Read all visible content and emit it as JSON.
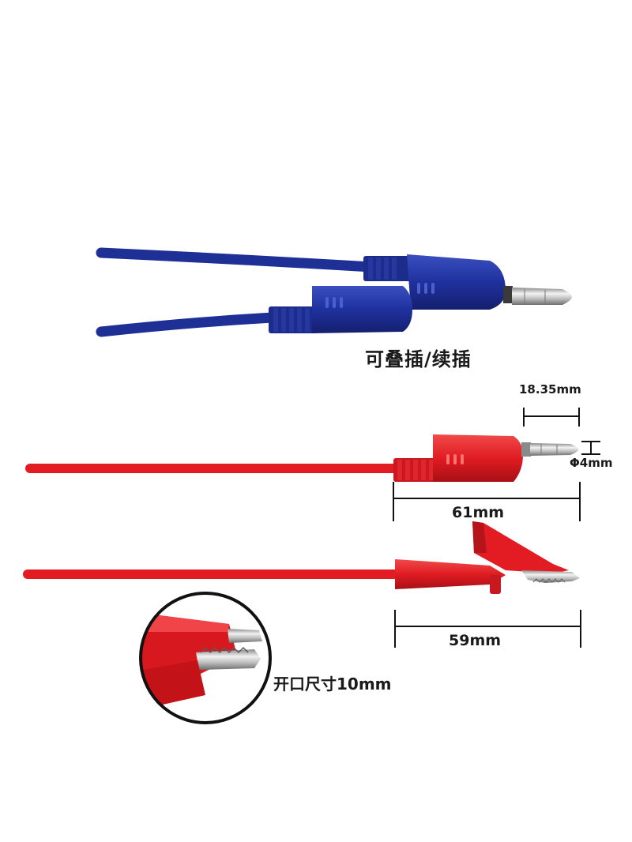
{
  "labels": {
    "stackable": "可叠插/续插",
    "tip_length": "18.35mm",
    "tip_diameter": "Φ4mm",
    "plug_length": "61mm",
    "clip_length": "59mm",
    "jaw_opening": "开口尺寸10mm"
  },
  "colors": {
    "blue_cable": "#1e2f96",
    "red_cable": "#e31b23",
    "metal": "#c9c9c9"
  }
}
